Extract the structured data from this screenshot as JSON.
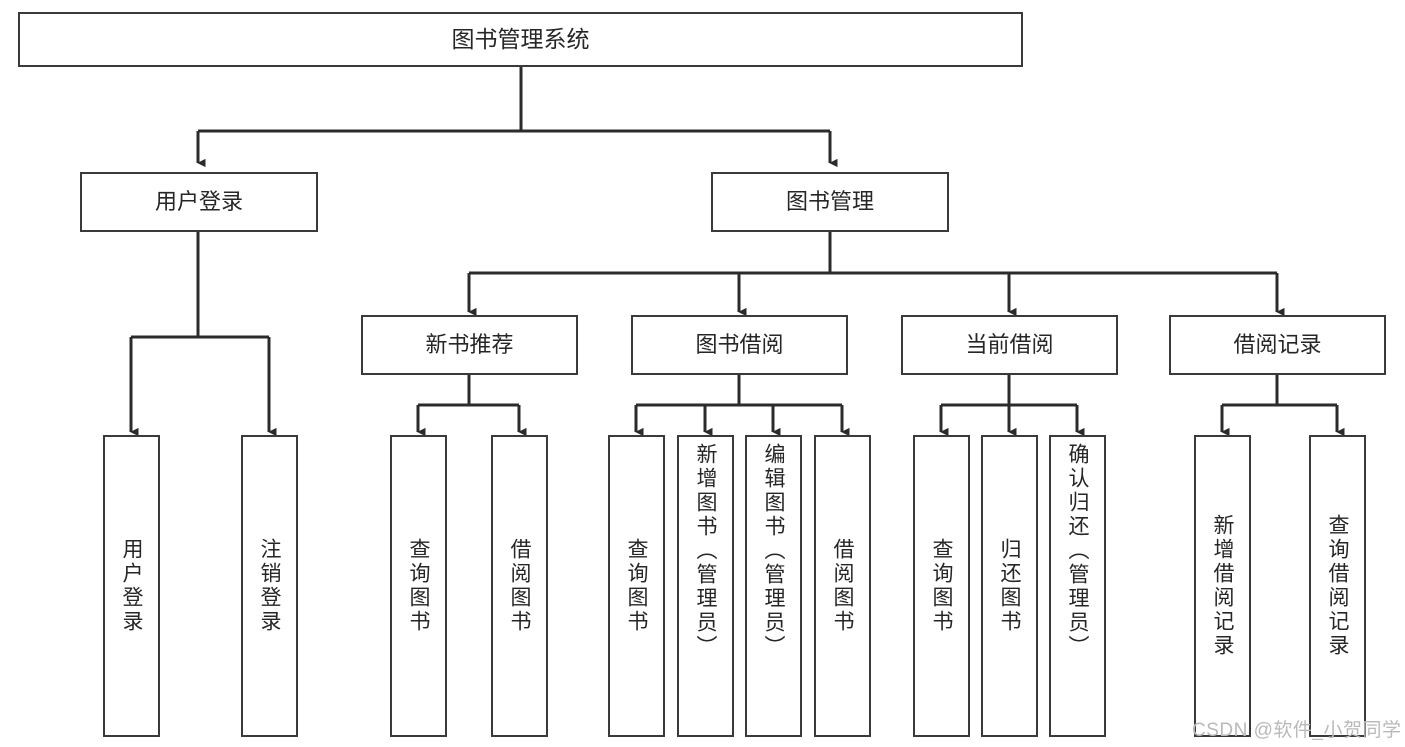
{
  "diagram": {
    "title": "图书管理系统",
    "watermark": "CSDN @软件_小贺同学",
    "colors": {
      "box_border": "#3a3a3a",
      "connector": "#2b2b2b",
      "text": "#262626",
      "background": "#ffffff",
      "watermark": "#b9b9b9"
    },
    "root": {
      "label": "图书管理系统"
    },
    "level1": [
      {
        "label": "用户登录"
      },
      {
        "label": "图书管理"
      }
    ],
    "level2": [
      {
        "label": "新书推荐"
      },
      {
        "label": "图书借阅"
      },
      {
        "label": "当前借阅"
      },
      {
        "label": "借阅记录"
      }
    ],
    "leaves": [
      {
        "label": "用户登录",
        "parent": "用户登录"
      },
      {
        "label": "注销登录",
        "parent": "用户登录"
      },
      {
        "label": "查询图书",
        "parent": "新书推荐"
      },
      {
        "label": "借阅图书",
        "parent": "新书推荐"
      },
      {
        "label": "查询图书",
        "parent": "图书借阅"
      },
      {
        "label": "新增图书（管理员）",
        "parent": "图书借阅"
      },
      {
        "label": "编辑图书（管理员）",
        "parent": "图书借阅"
      },
      {
        "label": "借阅图书",
        "parent": "图书借阅"
      },
      {
        "label": "查询图书",
        "parent": "当前借阅"
      },
      {
        "label": "归还图书",
        "parent": "当前借阅"
      },
      {
        "label": "确认归还（管理员）",
        "parent": "当前借阅"
      },
      {
        "label": "新增借阅记录",
        "parent": "借阅记录"
      },
      {
        "label": "查询借阅记录",
        "parent": "借阅记录"
      }
    ]
  }
}
